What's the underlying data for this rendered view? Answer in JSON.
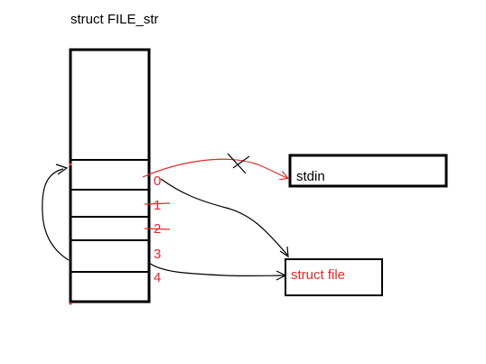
{
  "title": "struct FILE_str",
  "slots": [
    {
      "index": "0",
      "struck": false
    },
    {
      "index": "1",
      "struck": true
    },
    {
      "index": "2",
      "struck": true
    },
    {
      "index": "3",
      "struck": false
    },
    {
      "index": "4",
      "struck": false
    }
  ],
  "boxes": {
    "stdin": "stdin",
    "struct_file": "struct file"
  },
  "colors": {
    "ink": "#000000",
    "red": "#e02a2a"
  }
}
